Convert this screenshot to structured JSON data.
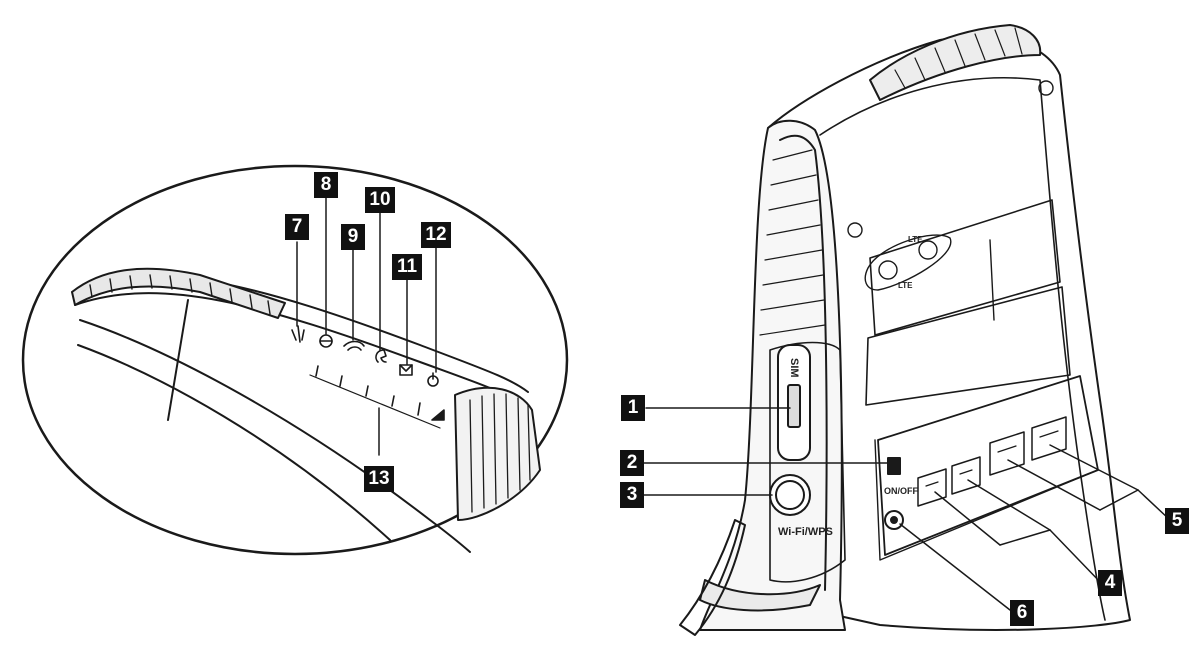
{
  "callouts": {
    "c1": "1",
    "c2": "2",
    "c3": "3",
    "c4": "4",
    "c5": "5",
    "c6": "6",
    "c7": "7",
    "c8": "8",
    "c9": "9",
    "c10": "10",
    "c11": "11",
    "c12": "12",
    "c13": "13"
  },
  "device_labels": {
    "sim": "SIM",
    "on_off": "ON/OFF",
    "lte_left": "LTE",
    "lte_right": "LTE",
    "wifi_wps": "Wi-Fi/WPS"
  },
  "icons": {
    "led_7": "signal-antenna-icon",
    "led_8": "internet-globe-icon",
    "led_9": "wifi-icon",
    "led_10": "phone-icon",
    "led_11": "sms-envelope-icon",
    "led_12": "power-icon",
    "led_13": "signal-strength-icon"
  },
  "colors": {
    "line": "#1a1a1a",
    "callout_bg": "#111111",
    "callout_text": "#ffffff",
    "background": "#ffffff"
  }
}
